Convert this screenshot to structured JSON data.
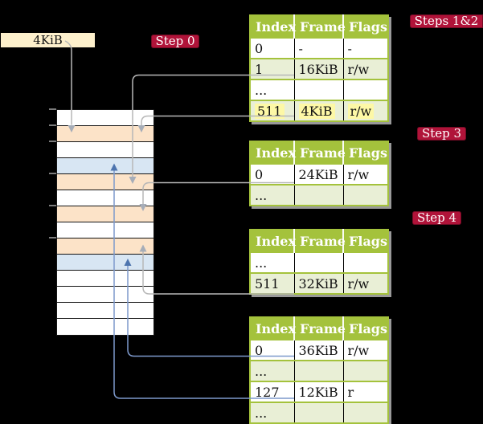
{
  "canvas": {
    "bg": "#000000"
  },
  "colors": {
    "canvas_bg": "#000000",
    "badge_bg": "#b01339",
    "badge_text": "#ffffff",
    "page_size_box_bg": "#fdf0cc",
    "table_header_bg": "#a4c23c",
    "table_row_shaded": "#e9efd6",
    "highlight": "#fdf8a6",
    "frame_free": "#ffffff",
    "frame_page_table": "#fce3c8",
    "frame_data": "#d8e6f3",
    "connector_gray": "#b7b7b7",
    "arrow_gray": "#a6adb8",
    "connector_blue": "#7d99cc",
    "arrow_blue": "#4d74ae"
  },
  "page_size_box": {
    "label": "4KiB"
  },
  "badges": {
    "step0": "Step 0",
    "steps12": "Steps 1&2",
    "step3": "Step 3",
    "step4": "Step 4"
  },
  "memory_column": {
    "rows": [
      {
        "kind": "free"
      },
      {
        "kind": "page-table"
      },
      {
        "kind": "free"
      },
      {
        "kind": "data"
      },
      {
        "kind": "page-table"
      },
      {
        "kind": "free"
      },
      {
        "kind": "page-table"
      },
      {
        "kind": "free"
      },
      {
        "kind": "page-table"
      },
      {
        "kind": "data"
      },
      {
        "kind": "free"
      },
      {
        "kind": "free"
      },
      {
        "kind": "free"
      },
      {
        "kind": "free"
      }
    ],
    "tick_offsets": [
      0,
      20,
      40,
      80,
      120,
      160
    ]
  },
  "tables": [
    {
      "id": "page-table-top-level",
      "columns": [
        "Index",
        "Frame",
        "Flags"
      ],
      "rows": [
        {
          "index": "0",
          "frame": "-",
          "flags": "-",
          "shaded": false,
          "highlight": false
        },
        {
          "index": "1",
          "frame": "16KiB",
          "flags": "r/w",
          "shaded": true,
          "highlight": false
        },
        {
          "index": "...",
          "frame": "",
          "flags": "",
          "shaded": false,
          "highlight": false
        },
        {
          "index": "511",
          "frame": "4KiB",
          "flags": "r/w",
          "shaded": true,
          "highlight": true
        }
      ]
    },
    {
      "id": "page-table-step3",
      "columns": [
        "Index",
        "Frame",
        "Flags"
      ],
      "rows": [
        {
          "index": "0",
          "frame": "24KiB",
          "flags": "r/w",
          "shaded": false,
          "highlight": false
        },
        {
          "index": "...",
          "frame": "",
          "flags": "",
          "shaded": true,
          "highlight": false
        }
      ]
    },
    {
      "id": "page-table-step4",
      "columns": [
        "Index",
        "Frame",
        "Flags"
      ],
      "rows": [
        {
          "index": "...",
          "frame": "",
          "flags": "",
          "shaded": false,
          "highlight": false
        },
        {
          "index": "511",
          "frame": "32KiB",
          "flags": "r/w",
          "shaded": true,
          "highlight": false
        }
      ]
    },
    {
      "id": "page-table-leaf",
      "columns": [
        "Index",
        "Frame",
        "Flags"
      ],
      "rows": [
        {
          "index": "0",
          "frame": "36KiB",
          "flags": "r/w",
          "shaded": false,
          "highlight": false
        },
        {
          "index": "...",
          "frame": "",
          "flags": "",
          "shaded": true,
          "highlight": false
        },
        {
          "index": "127",
          "frame": "12KiB",
          "flags": "r",
          "shaded": false,
          "highlight": false
        },
        {
          "index": "...",
          "frame": "",
          "flags": "",
          "shaded": true,
          "highlight": false
        }
      ]
    }
  ],
  "connectors": [
    {
      "from": "page-size-box",
      "to": "memory-frame-4KiB",
      "color": "gray"
    },
    {
      "from": "top-level-entry-1-16KiB",
      "to": "memory-frame-16KiB",
      "color": "gray"
    },
    {
      "from": "top-level-entry-511-4KiB",
      "to": "memory-frame-4KiB",
      "color": "gray"
    },
    {
      "from": "step3-entry-0-24KiB",
      "to": "memory-frame-24KiB",
      "color": "gray"
    },
    {
      "from": "step4-entry-511-32KiB",
      "to": "memory-frame-32KiB",
      "color": "gray"
    },
    {
      "from": "leaf-entry-0-36KiB",
      "to": "memory-frame-36KiB",
      "color": "blue"
    },
    {
      "from": "leaf-entry-127-12KiB",
      "to": "memory-frame-12KiB",
      "color": "blue"
    }
  ]
}
